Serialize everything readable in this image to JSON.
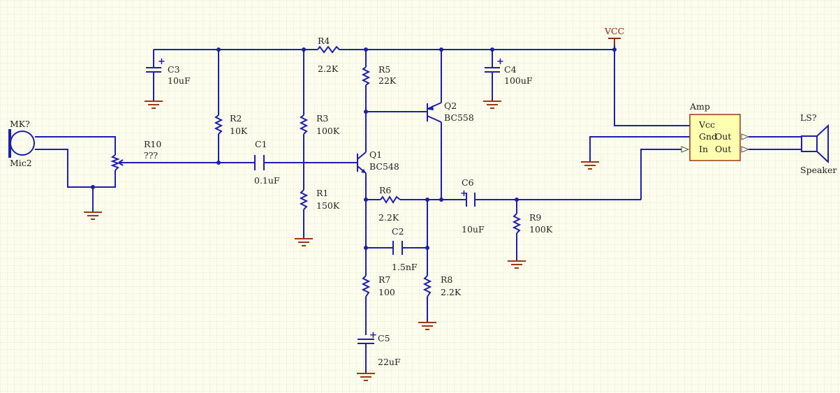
{
  "power": {
    "vcc": "VCC"
  },
  "components": {
    "mic": {
      "ref": "MK?",
      "value": "Mic2"
    },
    "r10": {
      "ref": "R10",
      "value": "???"
    },
    "c3": {
      "ref": "C3",
      "value": "10uF"
    },
    "r2": {
      "ref": "R2",
      "value": "10K"
    },
    "c1": {
      "ref": "C1",
      "value": "0.1uF"
    },
    "r4": {
      "ref": "R4",
      "value": "2.2K"
    },
    "r3": {
      "ref": "R3",
      "value": "100K"
    },
    "r1": {
      "ref": "R1",
      "value": "150K"
    },
    "r5": {
      "ref": "R5",
      "value": "22K"
    },
    "q1": {
      "ref": "Q1",
      "value": "BC548"
    },
    "q2": {
      "ref": "Q2",
      "value": "BC558"
    },
    "c4": {
      "ref": "C4",
      "value": "100uF"
    },
    "r6": {
      "ref": "R6",
      "value": "2.2K"
    },
    "c2": {
      "ref": "C2",
      "value": "1.5nF"
    },
    "r7": {
      "ref": "R7",
      "value": "100"
    },
    "r8": {
      "ref": "R8",
      "value": "2.2K"
    },
    "c5": {
      "ref": "C5",
      "value": "22uF"
    },
    "c6": {
      "ref": "C6",
      "value": "10uF"
    },
    "r9": {
      "ref": "R9",
      "value": "100K"
    },
    "amp": {
      "ref": "Amp",
      "pin_vcc": "Vcc",
      "pin_gnd": "Gnd",
      "pin_out_top": "Out",
      "pin_in": "In",
      "pin_out": "Out"
    },
    "speaker": {
      "ref": "LS?",
      "value": "Speaker"
    }
  },
  "colors": {
    "background": "#fdfdee",
    "wire": "#1d1daf",
    "ground": "#9a3a12",
    "amp_fill": "#ffffb0"
  }
}
